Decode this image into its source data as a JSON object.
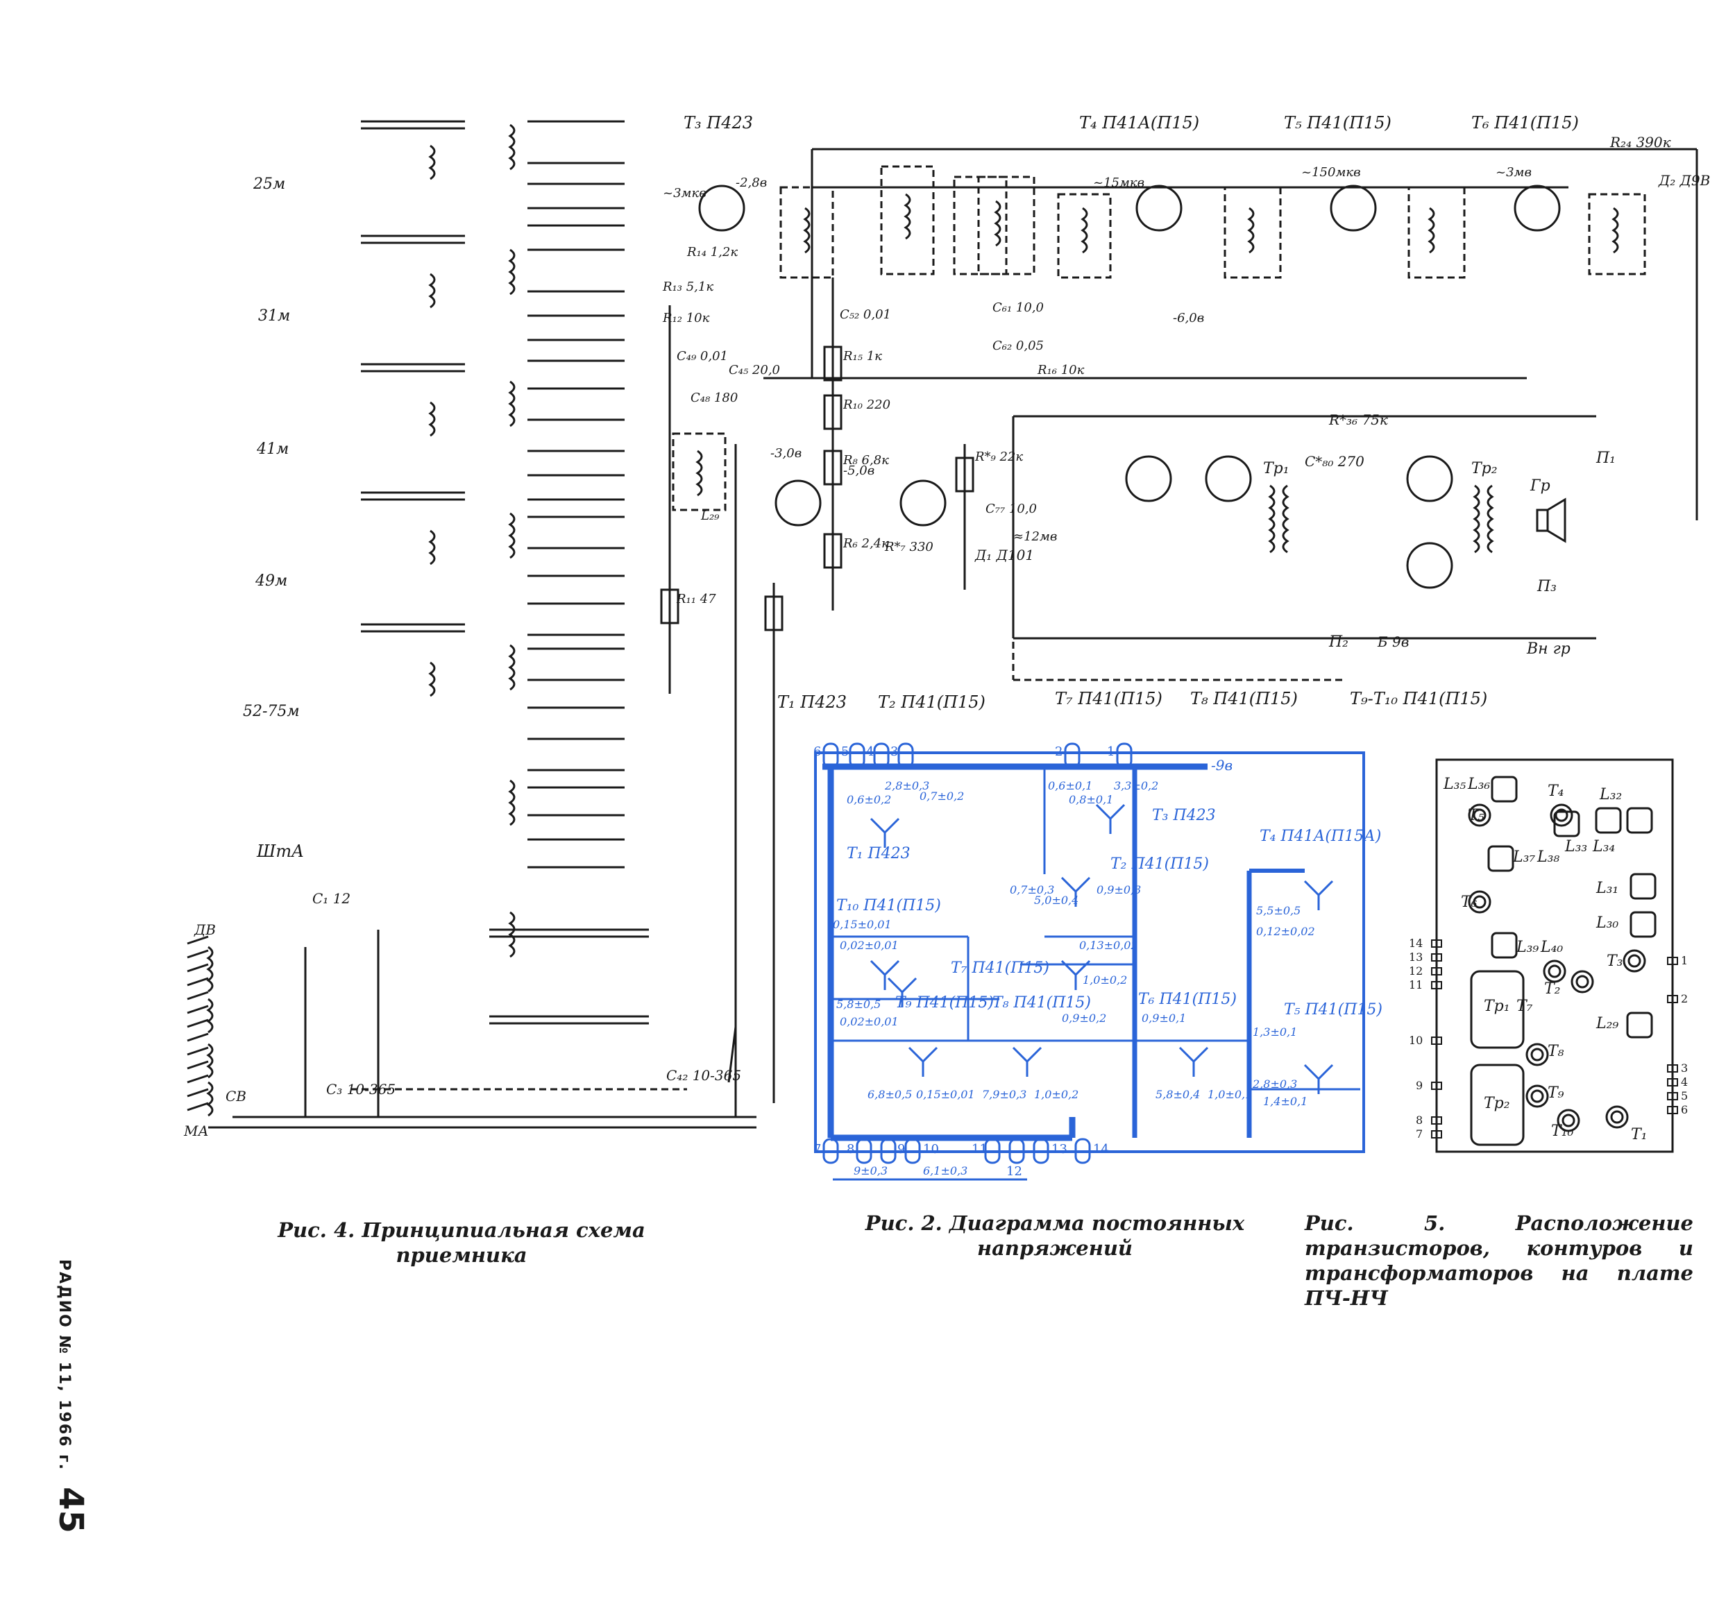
{
  "running_head": {
    "journal": "РАДИО № 11, 1966 г.",
    "page_number": "45"
  },
  "figure4": {
    "caption": "Рис. 4. Принципиальная схема приемника",
    "bands": [
      "25м",
      "31м",
      "41м",
      "49м",
      "52-75м"
    ],
    "transistors": {
      "t3": "Т₃ П423",
      "t4": "Т₄ П41А(П15)",
      "t5": "Т₅ П41(П15)",
      "t6": "Т₆ П41(П15)",
      "t1": "Т₁ П423",
      "t2": "Т₂ П41(П15)",
      "t7": "Т₇ П41(П15)",
      "t8": "Т₈ П41(П15)",
      "t9_t10": "Т₉-Т₁₀ П41(П15)"
    },
    "labels": {
      "r24": "R₂₄ 390к",
      "d2": "Д₂ Д9В",
      "d1": "Д₁ Д101",
      "r36": "R*₃₆ 75к",
      "c80": "C*₈₀ 270",
      "b9": "Б 9в",
      "p1": "П₁",
      "p2": "П₂",
      "p3": "П₃",
      "gr": "Гр",
      "vn_gr": "Вн гр",
      "sht": "Шт",
      "a": "А",
      "c1": "C₁ 12",
      "dv": "ДВ",
      "sv": "СВ",
      "ma": "МА",
      "c3": "C₃ 10-365",
      "c42": "C₄₂ 10-365",
      "tr1": "Тр₁",
      "tr2": "Тр₂",
      "v_3mkv": "~3мкв",
      "v_15mkv": "~15мкв",
      "v_150mkv": "~150мкв",
      "v_3mv": "~3мв",
      "v_12mv": "≈12мв",
      "minus_28": "-2,8в",
      "minus_3": "-3,0в",
      "minus_5": "-5,0в",
      "minus_6": "-6,0в",
      "r12": "R₁₂ 10к",
      "r13": "R₁₃ 5,1к",
      "r14": "R₁₄ 1,2к",
      "r11": "R₁₁ 47",
      "r15": "R₁₅ 1к",
      "r10": "R₁₀ 220",
      "r8": "R₈ 6,8к",
      "r6": "R₆ 2,4к",
      "r7": "R*₇ 330",
      "r9": "R*₉ 22к",
      "c48": "C₄₈ 180",
      "l29": "L₂₉",
      "c45": "C₄₅ 20,0",
      "c52": "C₅₂ 0,01",
      "c49": "C₄₉ 0,01",
      "c77": "C₇₇ 10,0",
      "r16": "R₁₆ 10к",
      "c61": "C₆₁ 10,0",
      "c62": "C₆₂ 0,05"
    }
  },
  "figure2": {
    "caption": "Рис. 2. Диаграмма постоянных напряжений",
    "supply": "-9в",
    "transistors": {
      "t1": "Т₁ П423",
      "t3": "Т₃ П423",
      "t2": "Т₂ П41(П15)",
      "t4": "Т₄ П41А(П15А)",
      "t10": "Т₁₀ П41(П15)",
      "t7": "Т₇ П41(П15)",
      "t9": "Т₉ П41(П15)",
      "t8": "Т₈ П41(П15)",
      "t6": "Т₆ П41(П15)",
      "t5": "Т₅ П41(П15)"
    },
    "voltages": {
      "t1_a": "0,6±0,2",
      "t1_b": "2,8±0,3",
      "t1_c": "0,7±0,2",
      "t3_a": "0,6±0,1",
      "t3_b": "0,8±0,1",
      "t3_c": "3,3±0,2",
      "t2_a": "0,7±0,3",
      "t2_b": "5,0±0,4",
      "t2_c": "0,9±0,3",
      "t4_a": "5,5±0,5",
      "t4_b": "0,12±0,02",
      "t10_a": "0,15±0,01",
      "t10_b": "0,02±0,01",
      "t9_a": "5,8±0,5",
      "t9_b": "0,02±0,01",
      "t7_a": "0,13±0,02",
      "t7_b": "1,0±0,2",
      "t6_a": "0,9±0,1",
      "t6_b": "0,9±0,2",
      "t5_a": "1,3±0,1",
      "t5_b": "2,8±0,3",
      "t5_c": "1,4±0,1",
      "bot_1": "6,8±0,5",
      "bot_2": "0,15±0,01",
      "bot_3": "7,9±0,3",
      "bot_4": "1,0±0,2",
      "bot_5": "5,8±0,4",
      "bot_6": "1,0±0,1",
      "dim_1": "9±0,3",
      "dim_2": "6,1±0,3"
    },
    "top_pins": [
      "6",
      "5",
      "4",
      "3",
      "2",
      "1"
    ],
    "bottom_pins": [
      "7",
      "8",
      "9",
      "10",
      "11",
      "12",
      "13",
      "14"
    ]
  },
  "figure5": {
    "caption": "Рис. 5. Расположение транзисторов, контуров и трансформаторов на плате ПЧ-НЧ",
    "labels": [
      "L₃₅",
      "L₃₆",
      "T₄",
      "L₃₂",
      "T₅",
      "L₃₃",
      "L₃₄",
      "L₃₇",
      "L₃₈",
      "L₃₁",
      "T₆",
      "L₃₀",
      "L₃₉",
      "L₄₀",
      "T₃",
      "T₂",
      "T₇",
      "L₂₉",
      "T₈",
      "T₉",
      "T₁₀",
      "T₁",
      "Tр₁",
      "Tр₂"
    ],
    "left_pins": [
      "14",
      "13",
      "12",
      "11",
      "10",
      "9",
      "8",
      "7"
    ],
    "right_pins": [
      "1",
      "2",
      "3",
      "4",
      "5",
      "6"
    ]
  },
  "colors": {
    "ink": "#1a1a1a",
    "blue": "#2a64d8",
    "paper": "#ffffff"
  }
}
